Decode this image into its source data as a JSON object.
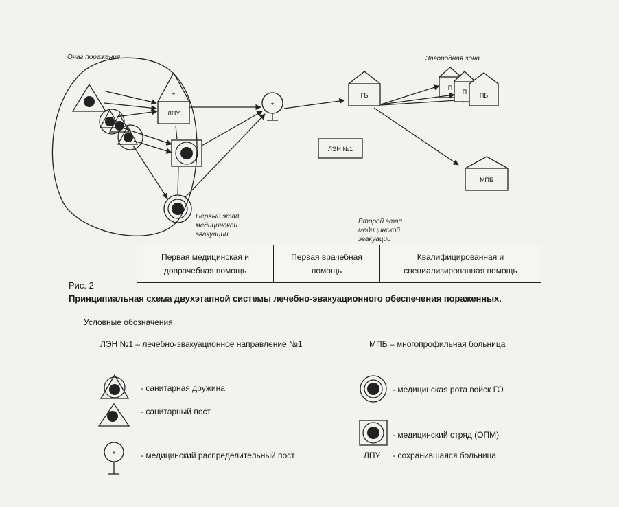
{
  "diagram": {
    "lesion_focus_label": "Очаг поражения",
    "suburban_zone_label": "Загородная зона",
    "lpu_label": "ЛПУ",
    "gb_label": "ГБ",
    "pb1_label": "П",
    "pb2_label": "П",
    "pb3_label": "ПБ",
    "mpb_label": "МПБ",
    "len_label": "ЛЭН №1",
    "first_stage_label": [
      "Первый этап",
      "медицинской",
      "эвакуации"
    ],
    "second_stage_label": [
      "Второй этап",
      "медицинской",
      "эвакуации"
    ],
    "plus_sign": "+"
  },
  "table": {
    "col1": "Первая медицинская и доврачебная помощь",
    "col2": "Первая врачебная помощь",
    "col3": "Квалифицированная и специализированная помощь"
  },
  "figure": {
    "label": "Рис. 2",
    "caption": "Принципиальная схема двухэтапной системы лечебно-эвакуационного обеспечения пораженных."
  },
  "legend": {
    "title": "Условные обозначения",
    "len_def": "ЛЭН №1 – лечебно-эвакуационное направление №1",
    "mpb_def": "МПБ – многопрофильная больница",
    "sanitary_squad": "- санитарная дружина",
    "sanitary_post": "- санитарный пост",
    "distribution_post": "- медицинский распределительный пост",
    "medical_company": "- медицинская рота войск ГО",
    "medical_detachment": "- медицинский отряд (ОПМ)",
    "lpu_symbol": "ЛПУ",
    "lpu_def": "- сохранившаяся больница"
  }
}
